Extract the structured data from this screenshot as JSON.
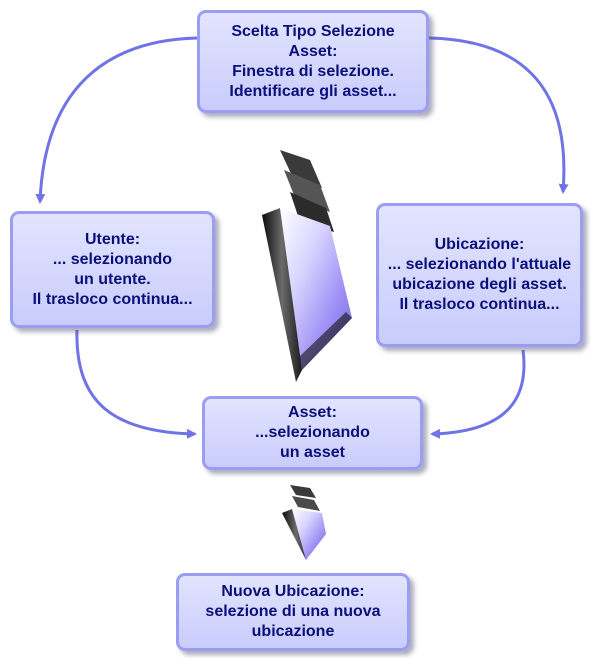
{
  "nodes": {
    "scelta": {
      "lines": [
        "Scelta Tipo Selezione",
        "Asset:",
        "Finestra di selezione.",
        "Identificare gli asset..."
      ]
    },
    "utente": {
      "lines": [
        "Utente:",
        "... selezionando",
        "un utente.",
        "Il trasloco continua..."
      ]
    },
    "ubicazione": {
      "lines": [
        "Ubicazione:",
        "... selezionando l'attuale",
        "ubicazione degli asset.",
        "Il trasloco continua..."
      ]
    },
    "asset": {
      "lines": [
        "Asset:",
        "...selezionando",
        "un asset"
      ]
    },
    "nuova": {
      "lines": [
        "Nuova Ubicazione:",
        "selezione di una nuova",
        "ubicazione"
      ]
    }
  },
  "edges": [
    {
      "from": "scelta",
      "to": "utente"
    },
    {
      "from": "scelta",
      "to": "ubicazione"
    },
    {
      "from": "utente",
      "to": "asset"
    },
    {
      "from": "ubicazione",
      "to": "asset"
    },
    {
      "from": "asset",
      "to": "nuova"
    }
  ],
  "colors": {
    "box_fill_top": "#e2e4ff",
    "box_fill_bottom": "#c9ccfb",
    "box_border": "#9a9df0",
    "text": "#0b0f7a",
    "connector": "#6f73e6"
  },
  "icons": [
    "big-down-arrow-icon",
    "small-down-arrow-icon"
  ]
}
